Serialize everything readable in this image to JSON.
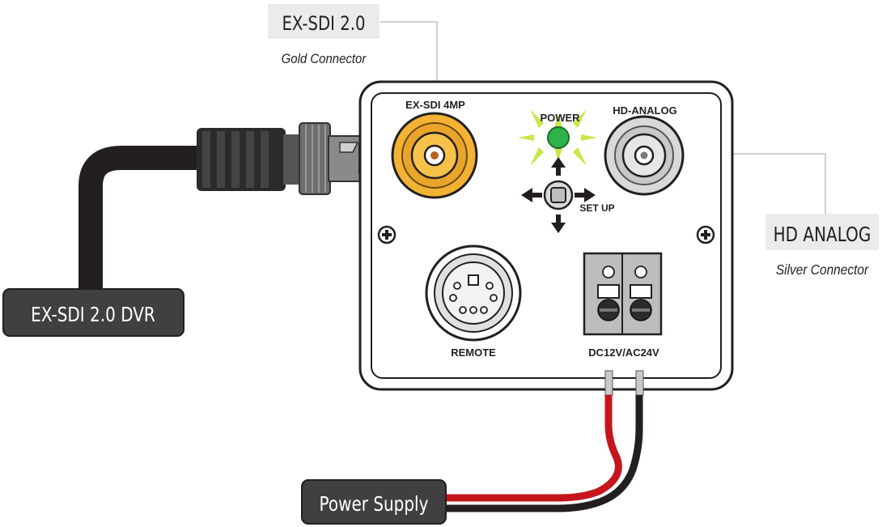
{
  "callouts": {
    "exsdi": {
      "title": "EX-SDI 2.0",
      "subtitle": "Gold Connector"
    },
    "hdanalog": {
      "title": "HD ANALOG",
      "subtitle": "Silver Connector"
    }
  },
  "panel": {
    "exsdi_label": "EX-SDI 4MP",
    "power_label": "POWER",
    "hdanalog_label": "HD-ANALOG",
    "setup_label": "SET UP",
    "remote_label": "REMOTE",
    "power_terminal_label": "DC12V/AC24V"
  },
  "devices": {
    "dvr_label": "EX-SDI 2.0 DVR",
    "power_supply_label": "Power Supply"
  },
  "colors": {
    "gold": "#f2b233",
    "led_green": "#2db34a",
    "led_glow": "#c7e84a",
    "wire_red": "#c4161c",
    "wire_black": "#231f20",
    "label_box": "#404040"
  }
}
